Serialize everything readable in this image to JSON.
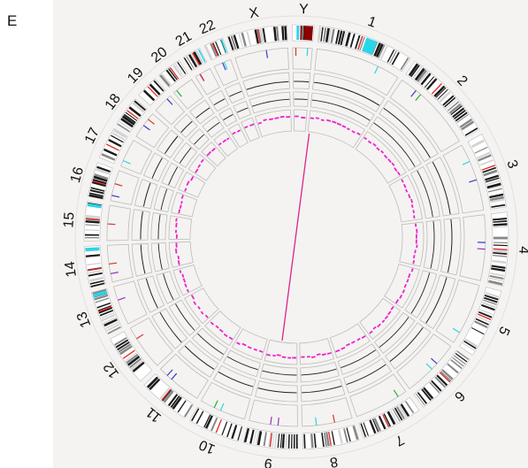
{
  "figure": {
    "panel_letter": "E",
    "chromosomes": [
      {
        "label": "1",
        "size": 249
      },
      {
        "label": "2",
        "size": 243
      },
      {
        "label": "3",
        "size": 198
      },
      {
        "label": "4",
        "size": 191
      },
      {
        "label": "5",
        "size": 181
      },
      {
        "label": "6",
        "size": 171
      },
      {
        "label": "7",
        "size": 159
      },
      {
        "label": "8",
        "size": 146
      },
      {
        "label": "9",
        "size": 141
      },
      {
        "label": "10",
        "size": 136
      },
      {
        "label": "11",
        "size": 135
      },
      {
        "label": "12",
        "size": 133
      },
      {
        "label": "13",
        "size": 115
      },
      {
        "label": "14",
        "size": 107
      },
      {
        "label": "15",
        "size": 102
      },
      {
        "label": "16",
        "size": 90
      },
      {
        "label": "17",
        "size": 83
      },
      {
        "label": "18",
        "size": 80
      },
      {
        "label": "19",
        "size": 59
      },
      {
        "label": "20",
        "size": 64
      },
      {
        "label": "21",
        "size": 48
      },
      {
        "label": "22",
        "size": 51
      },
      {
        "label": "X",
        "size": 155
      },
      {
        "label": "Y",
        "size": 57
      }
    ],
    "colors": {
      "panel_background": "#f4f3f1",
      "track_border": "#bcbcbc",
      "link": "#e0208a",
      "scatter": "#ee22cc",
      "line_track": "#222222",
      "band_dark": "#1a1a1a",
      "band_mid": "#888888",
      "band_light": "#d4d4d4",
      "centromere": "#e03030",
      "stalk": "#29d6e6",
      "heterochromatin": "#8b0000"
    }
  }
}
